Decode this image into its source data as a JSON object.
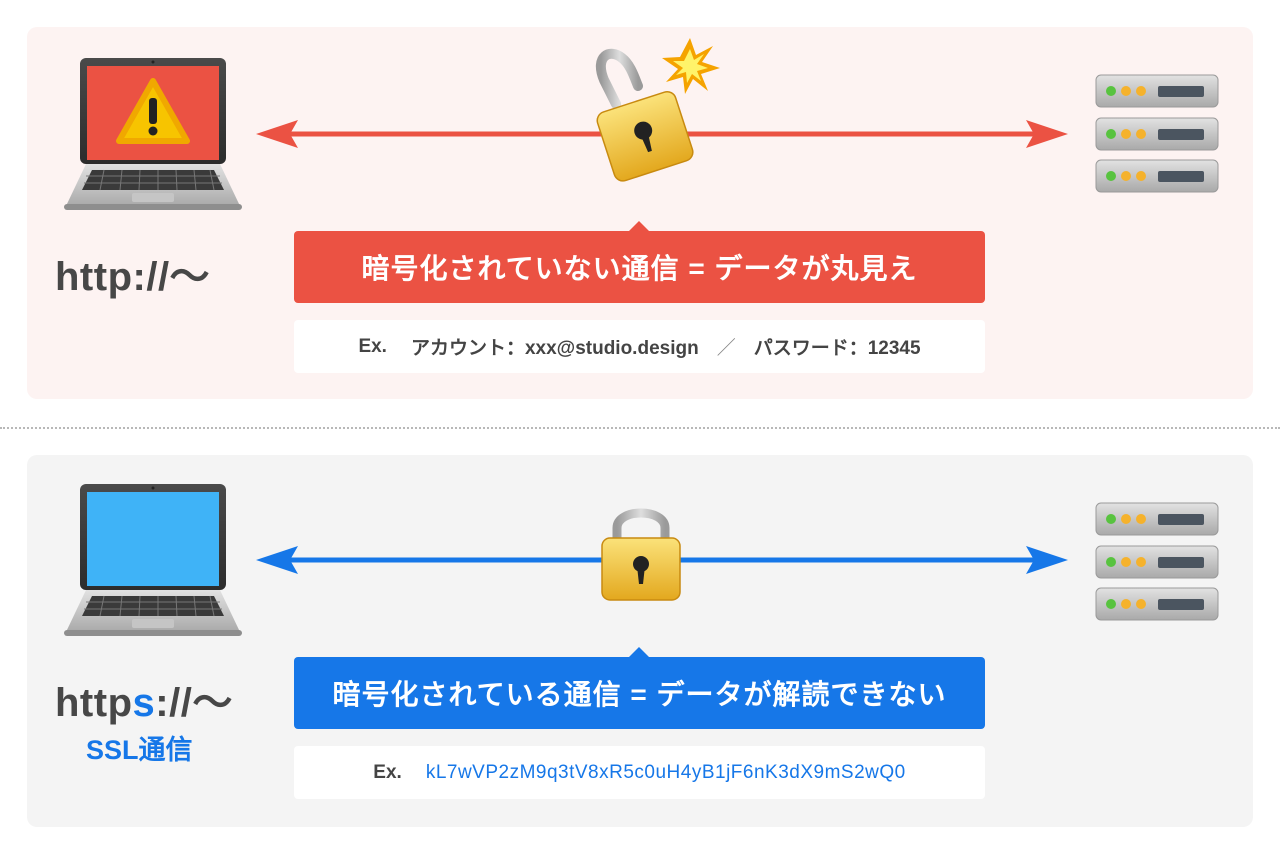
{
  "http_panel": {
    "url_text": "http://〜",
    "banner_text": "暗号化されていない通信 = データが丸見え",
    "example": {
      "prefix": "Ex.",
      "account": "アカウント：xxx@studio.design",
      "separator": "／",
      "password": "パスワード：12345"
    },
    "lock_state": "unlocked",
    "laptop_screen": "warning-icon",
    "arrow_color": "#eb5243"
  },
  "https_panel": {
    "url_prefix": "http",
    "url_accent": "s",
    "url_suffix": "://〜",
    "ssl_label": "SSL通信",
    "banner_text": "暗号化されている通信 = データが解読できない",
    "example": {
      "prefix": "Ex.",
      "cipher": "kL7wVP2zM9q3tV8xR5c0uH4yB1jF6nK3dX9mS2wQ0"
    },
    "lock_state": "locked",
    "laptop_screen": "blank-blue",
    "arrow_color": "#1677e8"
  },
  "colors": {
    "red": "#eb5243",
    "blue": "#1677e8",
    "text_dark": "#474747",
    "http_bg": "#fdf3f2",
    "https_bg": "#f4f4f4"
  }
}
